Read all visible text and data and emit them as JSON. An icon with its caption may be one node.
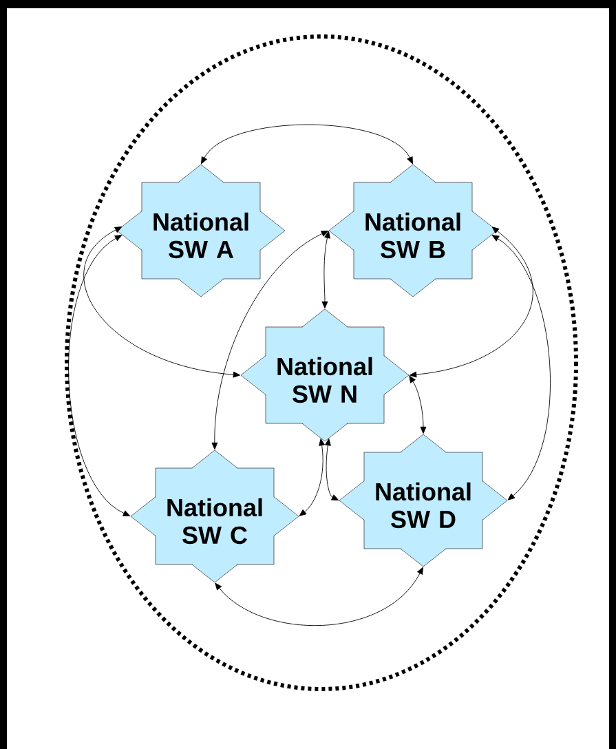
{
  "diagram": {
    "nodes": [
      {
        "text": [
          "National SW A"
        ]
      },
      {
        "text": [
          "National SW B"
        ]
      },
      {
        "text": [
          "National SW N"
        ]
      },
      {
        "text": [
          "National SW C"
        ]
      },
      {
        "text": [
          "National SW D"
        ]
      }
    ],
    "edges": [
      {
        "from": 0,
        "to": 1,
        "arrow": "both"
      },
      {
        "from": 0,
        "to": 2,
        "arrow": "both"
      },
      {
        "from": 0,
        "to": 3,
        "arrow": "both"
      },
      {
        "from": 1,
        "to": 3,
        "arrow": "both"
      },
      {
        "from": 1,
        "to": 2,
        "arrow": "both"
      },
      {
        "from": 1,
        "to": 2,
        "arrow": "both"
      },
      {
        "from": 1,
        "to": 4,
        "arrow": "both"
      },
      {
        "from": 2,
        "to": 4,
        "arrow": "both"
      },
      {
        "from": 2,
        "to": 3,
        "arrow": "both"
      },
      {
        "from": 2,
        "to": 4,
        "arrow": "both"
      },
      {
        "from": 3,
        "to": 4,
        "arrow": "both"
      }
    ]
  }
}
